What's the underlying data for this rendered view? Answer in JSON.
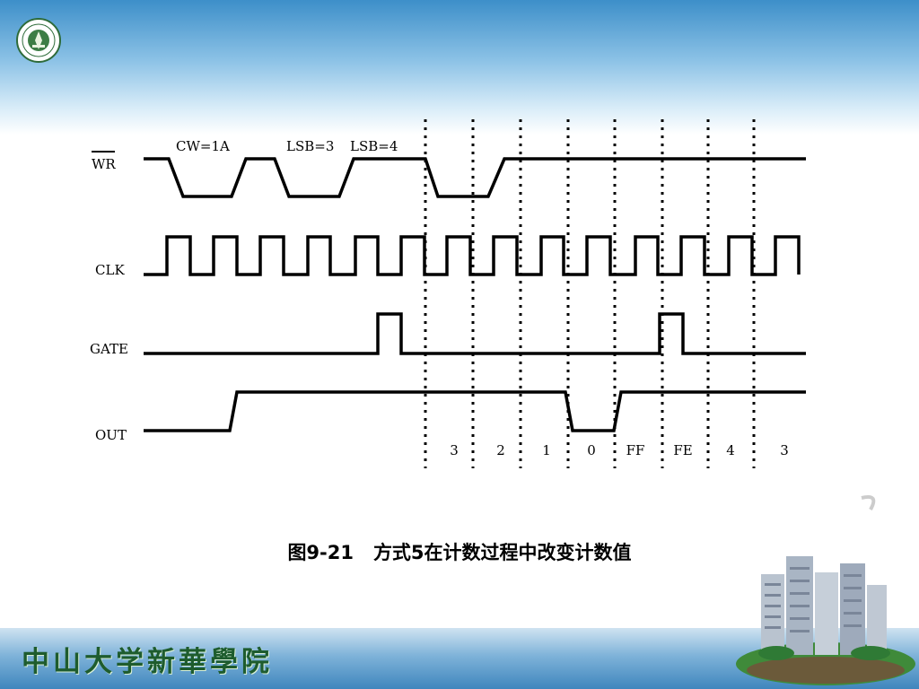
{
  "slide": {
    "caption_figure": "图9-21",
    "caption_text": "方式5在计数过程中改变计数值",
    "school_name": "中山大学新華學院",
    "logo_icon": "university-seal-icon",
    "decoration_icon": "campus-building-island-icon"
  },
  "diagram": {
    "signals": {
      "wr": "WR",
      "clk": "CLK",
      "gate": "GATE",
      "out": "OUT"
    },
    "annotations": {
      "cw": "CW=1A",
      "lsb3": "LSB=3",
      "lsb4": "LSB=4"
    },
    "counts": [
      "3",
      "2",
      "1",
      "0",
      "FF",
      "FE",
      "4",
      "3"
    ]
  },
  "colors": {
    "header_blue": "#3d8fc9",
    "footer_blue": "#3f86bd",
    "school_green": "#1e5c2e",
    "wave": "#000000"
  }
}
